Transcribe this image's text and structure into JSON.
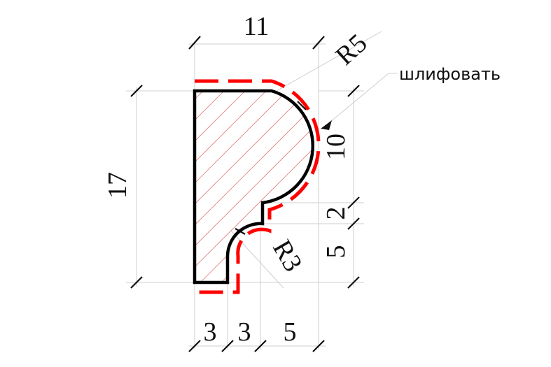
{
  "drawing": {
    "dimensions": {
      "top_width": "11",
      "radius_large": "R5",
      "radius_small": "R3",
      "height_total": "17",
      "height_upper": "10",
      "step_2": "2",
      "step_5": "5",
      "bottom_1": "3",
      "bottom_2": "3",
      "bottom_3": "5"
    },
    "note": "шлифовать",
    "colors": {
      "outline": "#000000",
      "sanding_line": "#ff0000",
      "hatch": "#e07a7a"
    }
  }
}
